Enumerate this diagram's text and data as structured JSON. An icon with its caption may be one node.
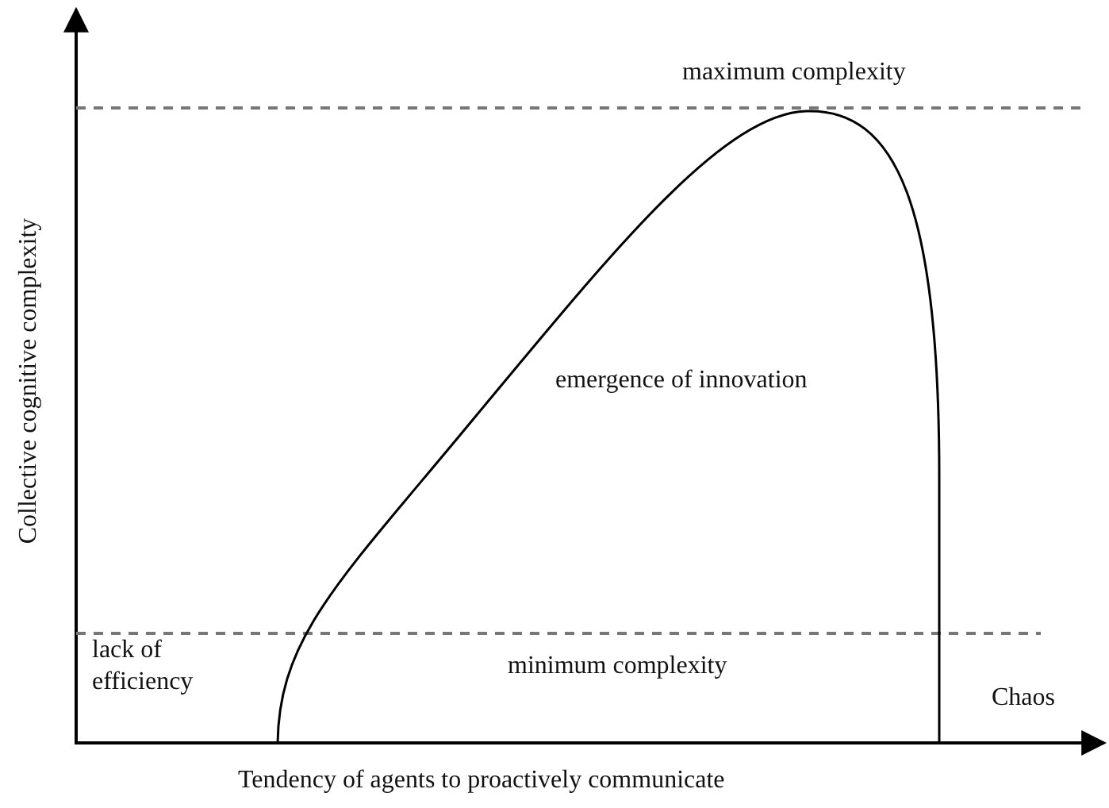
{
  "diagram": {
    "labels": [
      "maximum complexity",
      "emergence of innovation",
      "lack of efficiency",
      "minimum complexity",
      "Chaos",
      "Collective cognitive complexity",
      "Tendency of agents to proactively communicate"
    ]
  }
}
